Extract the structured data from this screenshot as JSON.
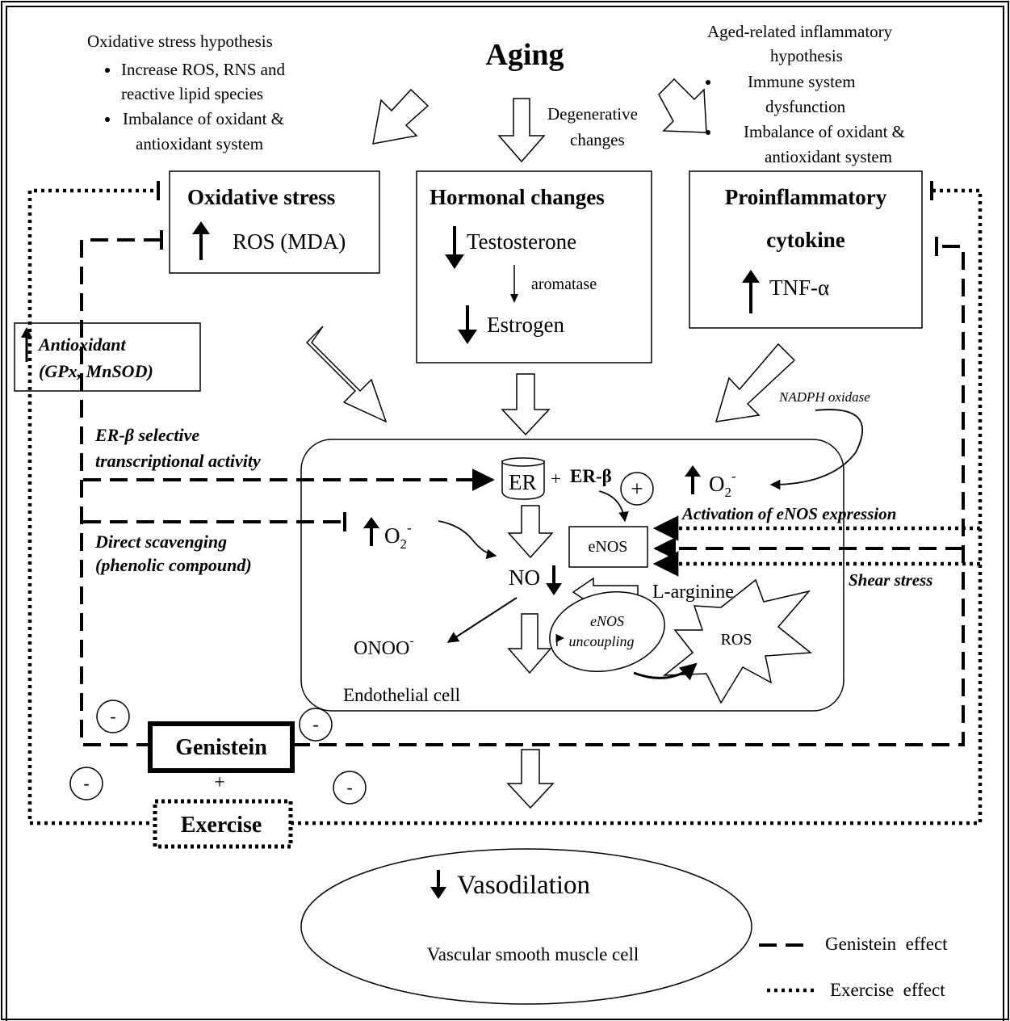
{
  "title": "Aging",
  "oxidative_hypothesis": {
    "heading": "Oxidative stress hypothesis",
    "bullets": [
      [
        "Increase ROS, RNS and",
        "reactive lipid species"
      ],
      [
        "Imbalance of oxidant &",
        "antioxidant system"
      ]
    ]
  },
  "inflammatory_hypothesis": {
    "heading": [
      "Aged-related inflammatory",
      "hypothesis"
    ],
    "bullets": [
      [
        "Immune system",
        "dysfunction"
      ],
      [
        "Imbalance of oxidant &",
        "antioxidant system"
      ]
    ]
  },
  "degenerative": [
    "Degenerative",
    "changes"
  ],
  "boxes": {
    "oxidative": {
      "title": "Oxidative stress",
      "item": "ROS (MDA)"
    },
    "hormonal": {
      "title": "Hormonal changes",
      "testosterone": "Testosterone",
      "aromatase": "aromatase",
      "estrogen": "Estrogen"
    },
    "proinflammatory": {
      "title": [
        "Proinflammatory",
        "cytokine"
      ],
      "item": "TNF-α"
    },
    "antioxidant": [
      "Antioxidant",
      "(GPx, MnSOD)"
    ]
  },
  "labels": {
    "er_beta_selective": [
      "ER-β selective",
      "transcriptional activity"
    ],
    "direct_scavenging": [
      "Direct scavenging",
      "(phenolic compound)"
    ],
    "nadph": "NADPH oxidase",
    "activation_enos": "Activation of eNOS expression",
    "shear_stress": "Shear stress"
  },
  "cell": {
    "er": "ER",
    "plus": "+",
    "er_beta": "ER-β",
    "circle_plus": "+",
    "o2_base": "O",
    "o2_sub": "2",
    "o2_sup": "-",
    "enos": "eNOS",
    "no": "NO",
    "larginine": "L-arginine",
    "onoo": "ONOO",
    "onoo_sup": "-",
    "uncoupling": [
      "eNOS",
      "uncoupling"
    ],
    "ros": "ROS",
    "name": "Endothelial cell"
  },
  "genistein": "Genistein",
  "combine_plus": "+",
  "exercise": "Exercise",
  "minus": "-",
  "vessel": {
    "vasodilation": "Vasodilation",
    "name": "Vascular smooth muscle cell"
  },
  "legend": [
    {
      "style": "dashed",
      "label": "Genistein  effect"
    },
    {
      "style": "dotted",
      "label": "Exercise  effect"
    }
  ]
}
